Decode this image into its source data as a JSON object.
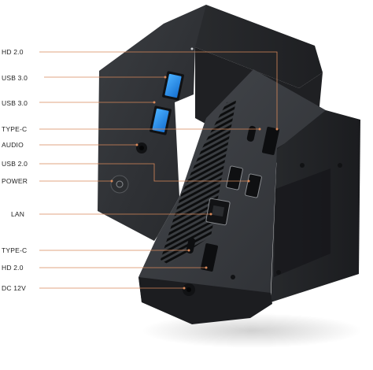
{
  "labels": [
    {
      "id": "hdmi-top",
      "text": "HD 2.0"
    },
    {
      "id": "usb30-a",
      "text": "USB 3.0"
    },
    {
      "id": "usb30-b",
      "text": "USB 3.0"
    },
    {
      "id": "typec-front",
      "text": "TYPE-C"
    },
    {
      "id": "audio",
      "text": "AUDIO"
    },
    {
      "id": "usb20",
      "text": "USB 2.0"
    },
    {
      "id": "power",
      "text": "POWER"
    },
    {
      "id": "lan",
      "text": "LAN"
    },
    {
      "id": "typec-back",
      "text": "TYPE-C"
    },
    {
      "id": "hdmi-back",
      "text": "HD 2.0"
    },
    {
      "id": "dc",
      "text": "DC 12V"
    }
  ],
  "colors": {
    "leader_line": "#d9895a",
    "usb3_port": "#1e8ff0",
    "body_dark": "#2b2d30",
    "body_mid": "#3a3c40",
    "label_text": "#222222"
  }
}
